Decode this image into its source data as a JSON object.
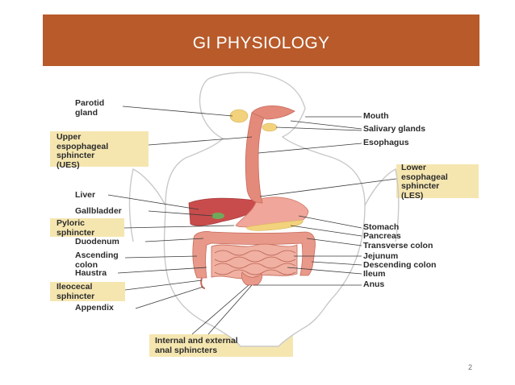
{
  "slide": {
    "title": "GI PHYSIOLOGY",
    "page_number": "2"
  },
  "diagram": {
    "labels": {
      "parotid_gland": "Parotid\ngland",
      "upper_esophageal_sphincter": "Upper\nespophageal\nsphincter\n(UES)",
      "liver": "Liver",
      "gallbladder": "Gallbladder",
      "pyloric_sphincter": "Pyloric\nsphincter",
      "duodenum": "Duodenum",
      "ascending_colon": "Ascending\ncolon",
      "haustra": "Haustra",
      "ileocecal_sphincter": "Ileocecal\nsphincter",
      "appendix": "Appendix",
      "mouth": "Mouth",
      "salivary_glands": "Salivary glands",
      "esophagus": "Esophagus",
      "lower_esophageal_sphincter": "Lower\nesophageal\nsphincter\n(LES)",
      "stomach": "Stomach",
      "pancreas": "Pancreas",
      "transverse_colon": "Transverse colon",
      "jejunum": "Jejunum",
      "descending_colon": "Descending colon",
      "ileum": "Ileum",
      "anus": "Anus",
      "anal_sphincters": "Internal and external\nanal sphincters"
    },
    "colors": {
      "title_bar": "#b85a2a",
      "highlight_box": "#f5e6b0",
      "body_outline": "#c9c9c9",
      "gi_tract": "#e48a7a",
      "organ_yellow": "#f2d27c"
    }
  }
}
